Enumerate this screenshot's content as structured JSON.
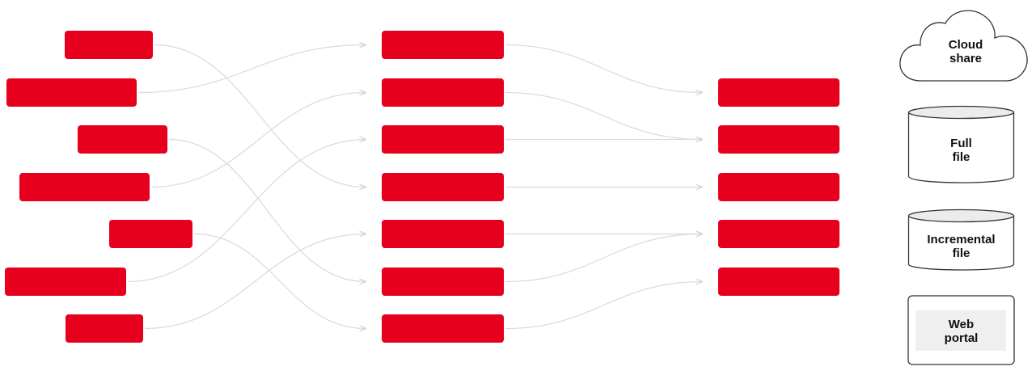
{
  "colors": {
    "block": "#e6001e",
    "connector": "#d9d9e0",
    "icon_stroke": "#333333",
    "portal_panel": "#efefef",
    "label_text": "#111111"
  },
  "sources": {
    "count": 7
  },
  "processing": {
    "count": 7
  },
  "outputs": {
    "count": 5
  },
  "flows": [
    {
      "from": "source-1",
      "to": "processing-4"
    },
    {
      "from": "source-2",
      "to": "processing-1"
    },
    {
      "from": "source-3",
      "to": "processing-6"
    },
    {
      "from": "source-4",
      "to": "processing-2"
    },
    {
      "from": "source-5",
      "to": "processing-7"
    },
    {
      "from": "source-6",
      "to": "processing-3"
    },
    {
      "from": "source-7",
      "to": "processing-5"
    },
    {
      "from": "processing-1",
      "to": "output-1"
    },
    {
      "from": "processing-2",
      "to": "output-2"
    },
    {
      "from": "processing-3",
      "to": "output-2"
    },
    {
      "from": "processing-4",
      "to": "output-3"
    },
    {
      "from": "processing-5",
      "to": "output-4"
    },
    {
      "from": "processing-6",
      "to": "output-4"
    },
    {
      "from": "processing-7",
      "to": "output-5"
    }
  ],
  "destinations": {
    "cloud_share": {
      "label": "Cloud\nshare",
      "icon": "cloud-icon"
    },
    "full_file": {
      "label": "Full\nfile",
      "icon": "database-cylinder-icon"
    },
    "incremental_file": {
      "label": "Incremental\nfile",
      "icon": "database-cylinder-icon"
    },
    "web_portal": {
      "label": "Web\nportal",
      "icon": "browser-window-icon"
    }
  }
}
